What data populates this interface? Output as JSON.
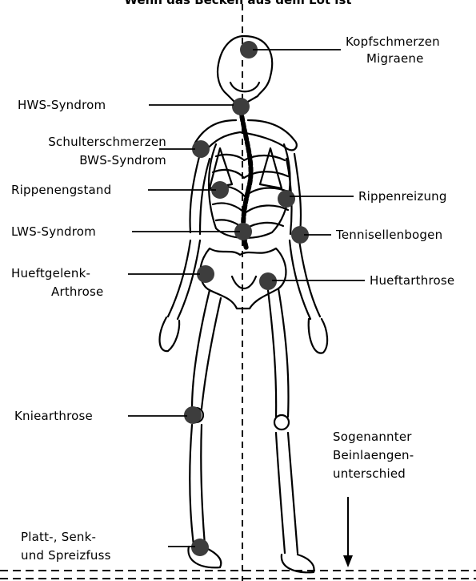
{
  "title": "Wenn das Becken aus dem Lot ist",
  "labels": {
    "kopfschmerzen": "Kopfschmerzen",
    "migraene": "Migraene",
    "hws": "HWS-Syndrom",
    "schulter": "Schulterschmerzen",
    "bws": "BWS-Syndrom",
    "rippenengstand": "Rippenengstand",
    "rippenreizung": "Rippenreizung",
    "lws": "LWS-Syndrom",
    "tennis": "Tennisellenbogen",
    "hueftgelenk": "Hueftgelenk-",
    "arthrose": "Arthrose",
    "hueftarthrose": "Hueftarthrose",
    "kniearthrose": "Kniearthrose",
    "beinlaengen_1": "Sogenannter",
    "beinlaengen_2": "Beinlaengen-",
    "beinlaengen_3": "unterschied",
    "fuss_1": "Platt-, Senk-",
    "fuss_2": "und Spreizfuss"
  }
}
